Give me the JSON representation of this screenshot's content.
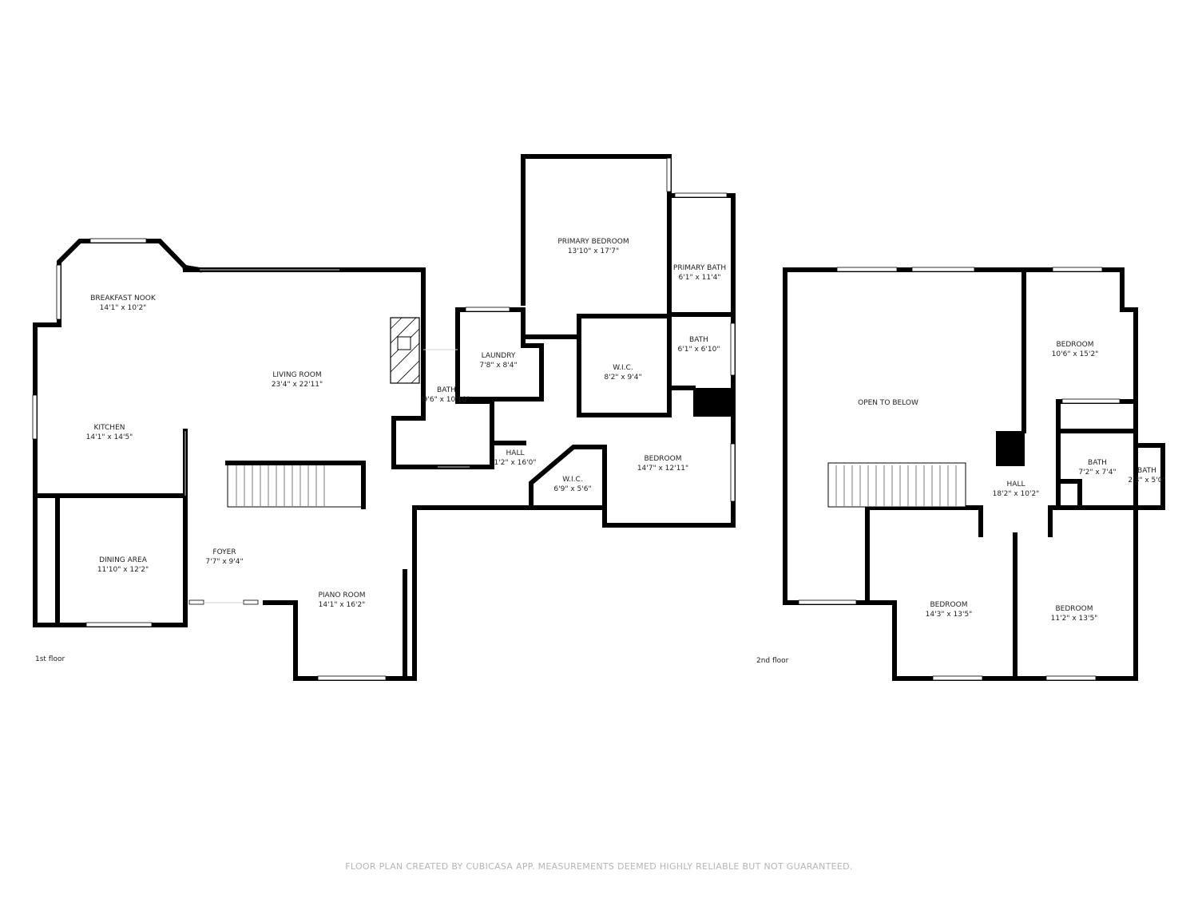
{
  "floors": [
    {
      "label": "1st floor",
      "rooms": [
        {
          "name": "BREAKFAST NOOK",
          "dims": "14'1\" x 10'2\""
        },
        {
          "name": "LIVING ROOM",
          "dims": "23'4\" x 22'11\""
        },
        {
          "name": "KITCHEN",
          "dims": "14'1\" x 14'5\""
        },
        {
          "name": "DINING AREA",
          "dims": "11'10\" x 12'2\""
        },
        {
          "name": "FOYER",
          "dims": "7'7\" x 9'4\""
        },
        {
          "name": "PIANO ROOM",
          "dims": "14'1\" x 16'2\""
        },
        {
          "name": "BATH",
          "dims": "9'6\" x 10'10\""
        },
        {
          "name": "LAUNDRY",
          "dims": "7'8\" x 8'4\""
        },
        {
          "name": "HALL",
          "dims": "1'2\" x 16'0\""
        },
        {
          "name": "PRIMARY BEDROOM",
          "dims": "13'10\" x 17'7\""
        },
        {
          "name": "PRIMARY BATH",
          "dims": "6'1\" x 11'4\""
        },
        {
          "name": "W.I.C.",
          "dims": "8'2\" x 9'4\""
        },
        {
          "name": "BATH",
          "dims": "6'1\" x 6'10\""
        },
        {
          "name": "W.I.C.",
          "dims": "6'9\" x 5'6\""
        },
        {
          "name": "BEDROOM",
          "dims": "14'7\" x 12'11\""
        }
      ]
    },
    {
      "label": "2nd floor",
      "rooms": [
        {
          "name": "OPEN TO BELOW",
          "dims": ""
        },
        {
          "name": "BEDROOM",
          "dims": "10'6\" x 15'2\""
        },
        {
          "name": "BATH",
          "dims": "7'2\" x 7'4\""
        },
        {
          "name": "BATH",
          "dims": "2'3\" x 5'0\""
        },
        {
          "name": "HALL",
          "dims": "18'2\" x 10'2\""
        },
        {
          "name": "BEDROOM",
          "dims": "14'3\" x 13'5\""
        },
        {
          "name": "BEDROOM",
          "dims": "11'2\" x 13'5\""
        }
      ]
    }
  ],
  "disclaimer": "FLOOR PLAN CREATED BY CUBICASA APP. MEASUREMENTS DEEMED HIGHLY RELIABLE BUT NOT GUARANTEED."
}
